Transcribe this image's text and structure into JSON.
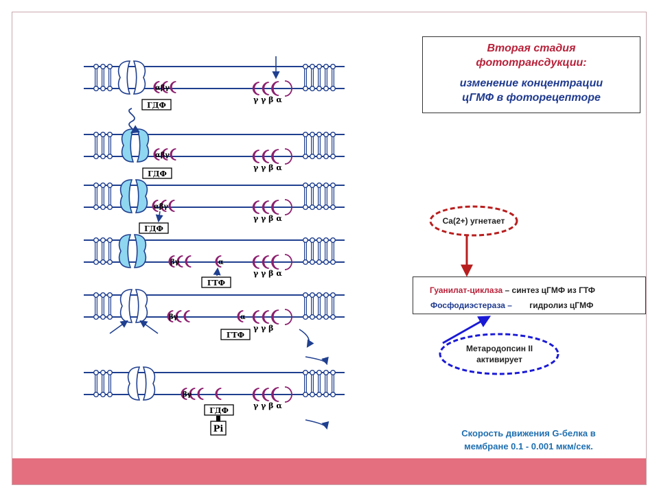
{
  "title": {
    "line1": "Вторая стадия",
    "line2": "фототрансдукции:",
    "sub1": "изменение концентрации",
    "sub2": "цГМФ в фоторецепторе"
  },
  "inhibitor_label": "Ca(2+) угнетает",
  "activator_label_1": "Метародопсин II",
  "activator_label_2": "активирует",
  "enzymes": {
    "guanylate_name": "Гуанилат-циклаза",
    "guanylate_desc": " – синтез цГМФ из ГТФ",
    "pde_name": "Фосфодиэстераза –",
    "pde_desc": "гидролиз цГМФ"
  },
  "speed": {
    "line1": "Скорость движения  G-белка в",
    "line2": "мембране  0.1 - 0.001 мкм/сек."
  },
  "labels": {
    "gdp": "ГДФ",
    "gtp": "ГТФ",
    "pi": "Pi",
    "alpha": "α",
    "beta": "β",
    "gamma": "γ",
    "g_beta_gamma": "βγ",
    "g_alpha_beta_gamma": "αβγ",
    "pde_subunits": "γ γ β α",
    "pde_subunits_short": "γ γ β"
  },
  "colors": {
    "red_text": "#b8223a",
    "blue_text": "#1f3a8f",
    "band": "#e36f7f",
    "membrane": "#1f3f8f",
    "gprotein": "#8c1f6e",
    "rhodopsin_active": "#8fd6f0",
    "inhibit_arrow": "#b81e1e",
    "activate_oval": "#1a1ad6"
  }
}
